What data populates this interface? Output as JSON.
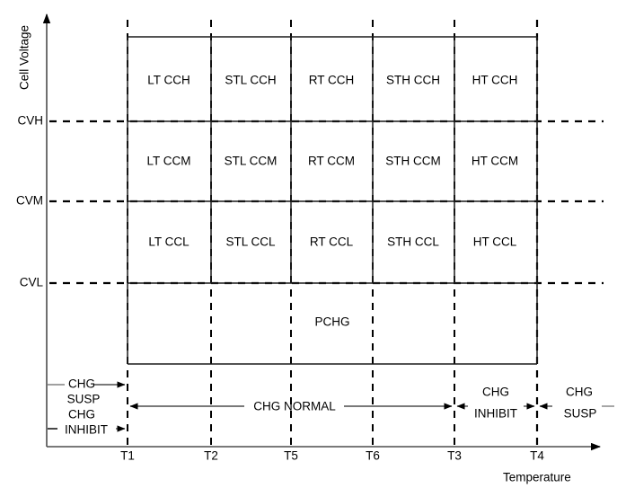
{
  "chart_data": {
    "type": "table",
    "title": "",
    "xlabel": "Temperature",
    "ylabel": "Cell Voltage",
    "grid": true,
    "legend": "none",
    "x_tick_labels": [
      "T1",
      "T2",
      "T5",
      "T6",
      "T3",
      "T4"
    ],
    "y_tick_labels": [
      "CVH",
      "CVM",
      "CVL"
    ],
    "row_labels": [
      "CCH",
      "CCM",
      "CCL"
    ],
    "column_labels": [
      "LT",
      "STL",
      "RT",
      "STH",
      "HT"
    ],
    "cells": [
      [
        "LT CCH",
        "STL CCH",
        "RT CCH",
        "STH CCH",
        "HT CCH"
      ],
      [
        "LT CCM",
        "STL CCM",
        "RT CCM",
        "STH CCM",
        "HT CCM"
      ],
      [
        "LT CCL",
        "STL CCL",
        "RT CCL",
        "STH CCL",
        "HT CCL"
      ]
    ],
    "bands": [
      {
        "name": "PCHG",
        "label": "PCHG",
        "x_from": "T1",
        "x_to": "T4"
      }
    ],
    "annotations": [
      {
        "label": "CHG SUSP",
        "lines": [
          "CHG",
          "SUSP"
        ],
        "region": "left-of-T1",
        "arrow": "right"
      },
      {
        "label": "CHG INHIBIT",
        "lines": [
          "CHG",
          "INHIBIT"
        ],
        "region": "left-of-T1",
        "arrow": "right"
      },
      {
        "label": "CHG NORMAL",
        "lines": [
          "CHG NORMAL"
        ],
        "region": "T1-to-T3",
        "arrow": "both"
      },
      {
        "label": "CHG INHIBIT",
        "lines": [
          "CHG",
          "INHIBIT"
        ],
        "region": "T3-to-T4",
        "arrow": "both"
      },
      {
        "label": "CHG SUSP",
        "lines": [
          "CHG",
          "SUSP"
        ],
        "region": "right-of-T4",
        "arrow": "left"
      }
    ]
  },
  "axes": {
    "y_title": "Cell Voltage",
    "x_title": "Temperature",
    "y_levels": [
      {
        "name": "CVH",
        "label": "CVH"
      },
      {
        "name": "CVM",
        "label": "CVM"
      },
      {
        "name": "CVL",
        "label": "CVL"
      }
    ],
    "x_ticks": [
      {
        "name": "T1",
        "label": "T1"
      },
      {
        "name": "T2",
        "label": "T2"
      },
      {
        "name": "T5",
        "label": "T5"
      },
      {
        "name": "T6",
        "label": "T6"
      },
      {
        "name": "T3",
        "label": "T3"
      },
      {
        "name": "T4",
        "label": "T4"
      }
    ]
  },
  "matrix": {
    "row_cch": {
      "c1": "LT CCH",
      "c2": "STL CCH",
      "c3": "RT CCH",
      "c4": "STH CCH",
      "c5": "HT CCH"
    },
    "row_ccm": {
      "c1": "LT CCM",
      "c2": "STL CCM",
      "c3": "RT CCM",
      "c4": "STH CCM",
      "c5": "HT CCM"
    },
    "row_ccl": {
      "c1": "LT CCL",
      "c2": "STL CCL",
      "c3": "RT CCL",
      "c4": "STH CCL",
      "c5": "HT CCL"
    }
  },
  "bands": {
    "pchg": "PCHG"
  },
  "annotations": {
    "left_susp_line1": "CHG",
    "left_susp_line2": "SUSP",
    "left_inhibit_line1": "CHG",
    "left_inhibit_line2": "INHIBIT",
    "normal": "CHG NORMAL",
    "right_inhibit_line1": "CHG",
    "right_inhibit_line2": "INHIBIT",
    "right_susp_line1": "CHG",
    "right_susp_line2": "SUSP"
  },
  "colors": {
    "line": "#1a1a1a",
    "axis": "#4d4d4d",
    "dash": "#000000",
    "background": "#ffffff"
  }
}
